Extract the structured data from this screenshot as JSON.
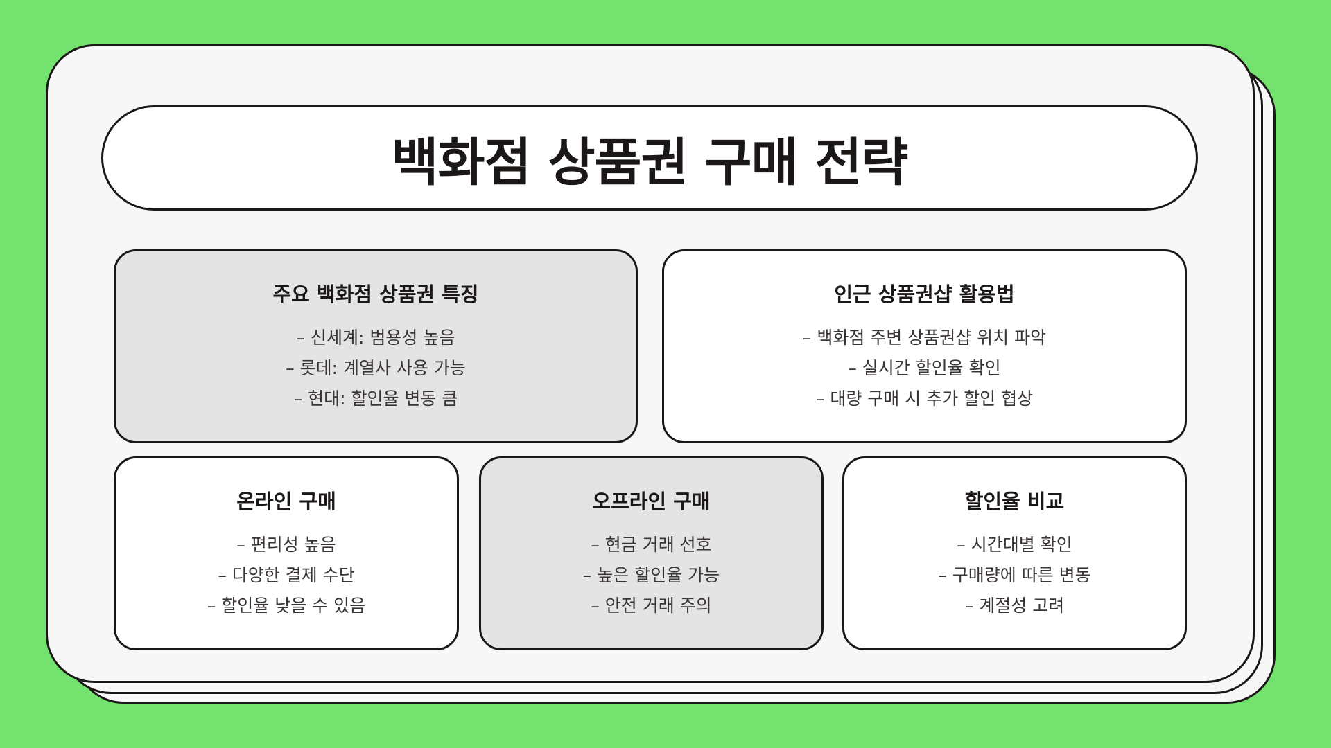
{
  "title": "백화점 상품권 구매 전략",
  "cards": [
    {
      "title": "주요 백화점 상품권 특징",
      "items": [
        "– 신세계: 범용성 높음",
        "– 롯데: 계열사 사용 가능",
        "– 현대: 할인율 변동 큼"
      ]
    },
    {
      "title": "인근 상품권샵 활용법",
      "items": [
        "– 백화점 주변 상품권샵 위치 파악",
        "– 실시간 할인율 확인",
        "– 대량 구매 시 추가 할인 협상"
      ]
    },
    {
      "title": "온라인 구매",
      "items": [
        "– 편리성 높음",
        "– 다양한 결제 수단",
        "– 할인율 낮을 수 있음"
      ]
    },
    {
      "title": "오프라인 구매",
      "items": [
        "– 현금 거래 선호",
        "– 높은 할인율 가능",
        "– 안전 거래 주의"
      ]
    },
    {
      "title": "할인율 비교",
      "items": [
        "– 시간대별 확인",
        "– 구매량에 따른 변동",
        "– 계절성 고려"
      ]
    }
  ],
  "colors": {
    "background": "#74e26e",
    "sheet": "#f7f7f7",
    "card_gray": "#e4e4e4",
    "card_white": "#ffffff",
    "ink": "#1c1717"
  }
}
